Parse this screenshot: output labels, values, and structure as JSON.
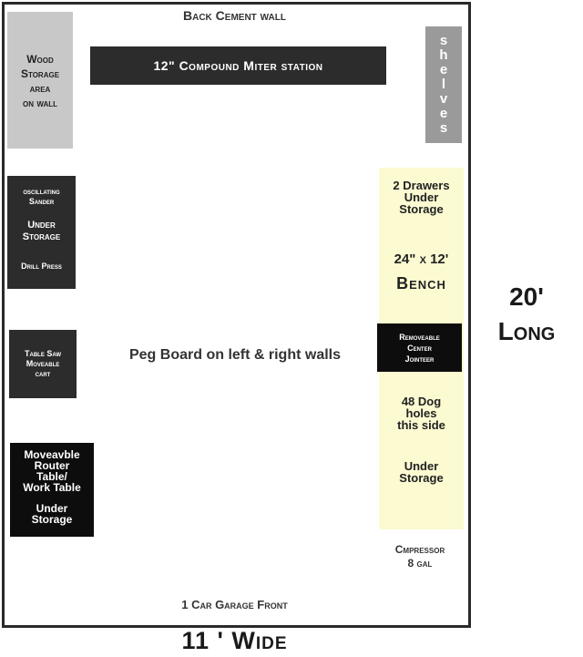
{
  "walls": {
    "back": "Back Cement wall",
    "front": "1 Car Garage Front",
    "width_label": "11 ' Wide",
    "length_line1": "20'",
    "length_line2": "Long"
  },
  "miter": "12\" Compound Miter station",
  "wood_storage": [
    "Wood",
    "Storage",
    "area",
    "on wall"
  ],
  "shelves": [
    "s",
    "h",
    "e",
    "l",
    "v",
    "e",
    "s"
  ],
  "sander_cart": {
    "line1": "oscillating",
    "line2": "Sander",
    "line3": "Under",
    "line4": "Storage",
    "line5": "Drill Press"
  },
  "table_saw": [
    "Table Saw",
    "Moveable",
    "cart"
  ],
  "router": {
    "line1": "Moveavble",
    "line2": "Router",
    "line3": "Table/",
    "line4": "Work Table",
    "line5": "Under",
    "line6": "Storage"
  },
  "pegboard": "Peg Board on left & right walls",
  "bench_top": {
    "line1": "2 Drawers",
    "line2": "Under",
    "line3": "Storage",
    "size": "24\" x 12'",
    "name": "Bench"
  },
  "jointer": [
    "Removeable",
    "Center",
    "Jointeer"
  ],
  "bench_bottom": {
    "line1": "48 Dog",
    "line2": "holes",
    "line3": "this side",
    "line4": "Under",
    "line5": "Storage"
  },
  "compressor": [
    "Cmpressor",
    "8 gal"
  ],
  "colors": {
    "wall": "#2a2a2a",
    "dark_station": "#2c2c2c",
    "router_black": "#0d0d0d",
    "wood_grey": "#c8c8c8",
    "shelves_grey": "#9a9a9a",
    "bench_yellow": "#fbfad1"
  }
}
